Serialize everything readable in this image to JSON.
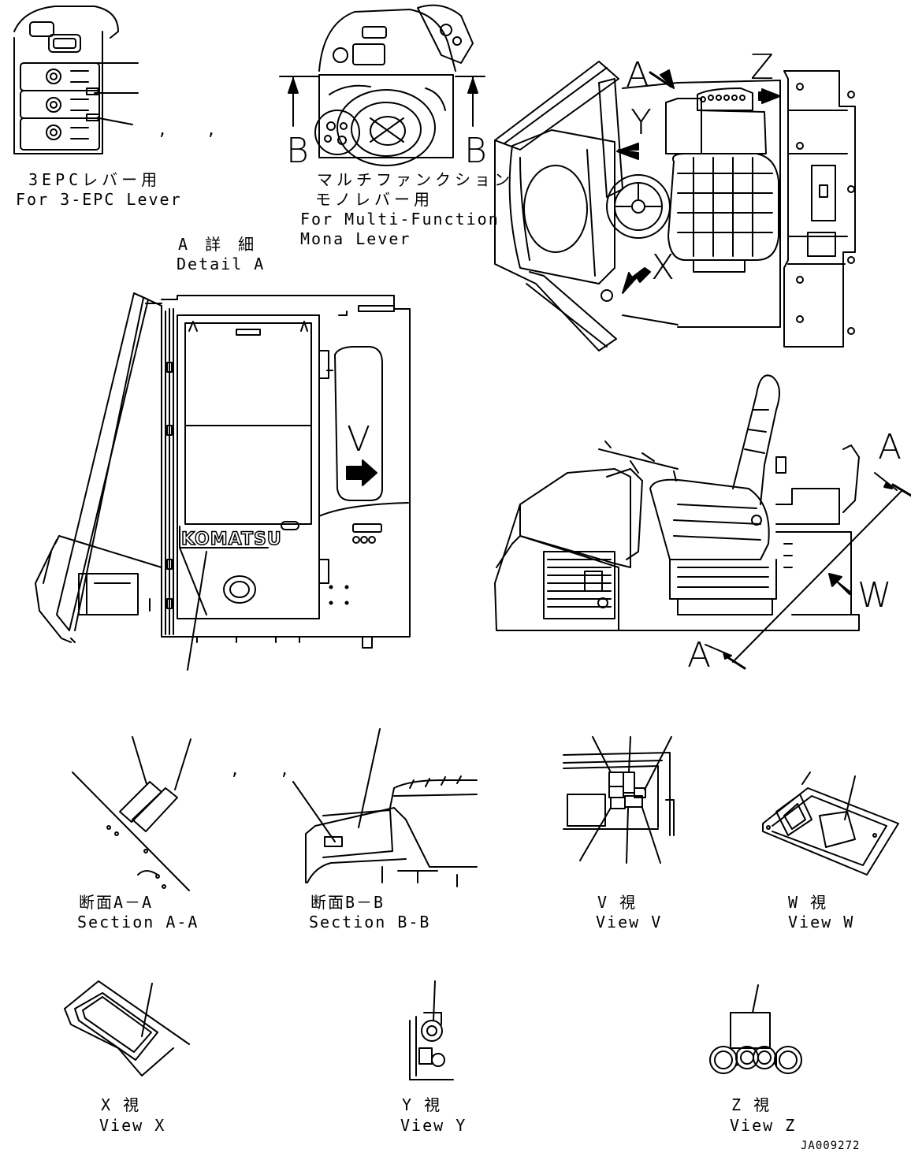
{
  "labels": {
    "epc_jp": "3EPCレバー用",
    "epc_en": "For 3-EPC Lever",
    "multi_jp_1": "マルチファンクション",
    "multi_jp_2": "モノレバー用",
    "multi_en_1": "For Multi-Function",
    "multi_en_2": "Mona Lever",
    "detail_jp": "A 詳 細",
    "detail_en": "Detail A",
    "section_aa_jp": "断面A－A",
    "section_aa_en": "Section A-A",
    "section_bb_jp": "断面B－B",
    "section_bb_en": "Section B-B",
    "view_v_jp": "V  視",
    "view_v_en": "View V",
    "view_w_jp": "W  視",
    "view_w_en": "View W",
    "view_x_jp": "X  視",
    "view_x_en": "View X",
    "view_y_jp": "Y  視",
    "view_y_en": "View Y",
    "view_z_jp": "Z  視",
    "view_z_en": "View Z",
    "drawing_no": "JA009272"
  },
  "markers": {
    "b_left": "B",
    "b_right": "B",
    "a_top": "A",
    "z_top": "Z",
    "y_top": "Y",
    "x_top": "X",
    "v_door": "V",
    "a_side_top": "A",
    "a_side_bottom": "A",
    "w_side": "W"
  },
  "brand": "KOMATSU",
  "marks": {
    "comma_1": ",",
    "comma_2": ",",
    "comma_3": ",",
    "comma_4": ","
  }
}
